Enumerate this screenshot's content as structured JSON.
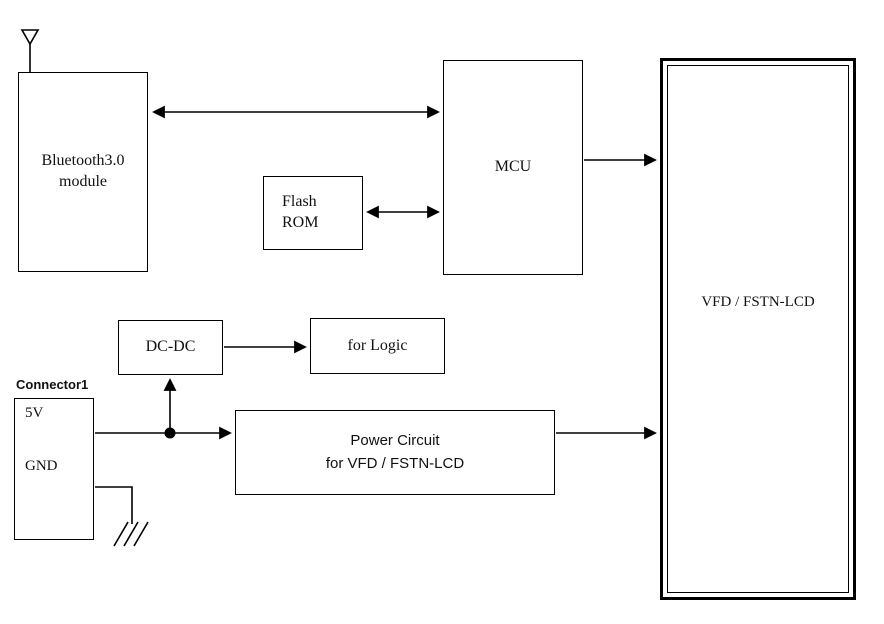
{
  "blocks": {
    "bluetooth": {
      "line1": "Bluetooth3.0",
      "line2": "module"
    },
    "flash_rom": {
      "line1": "Flash",
      "line2": "ROM"
    },
    "mcu": {
      "label": "MCU"
    },
    "display": {
      "label": "VFD / FSTN-LCD"
    },
    "dc_dc": {
      "label": "DC-DC"
    },
    "for_logic": {
      "label": "for Logic"
    },
    "power_circuit": {
      "line1": "Power Circuit",
      "line2": "for VFD / FSTN-LCD"
    },
    "connector": {
      "title": "Connector1",
      "pin_5v": "5V",
      "pin_gnd": "GND"
    }
  },
  "colors": {
    "line": "#000000",
    "box_bg": "#ffffff",
    "page_bg": "#ffffff"
  }
}
